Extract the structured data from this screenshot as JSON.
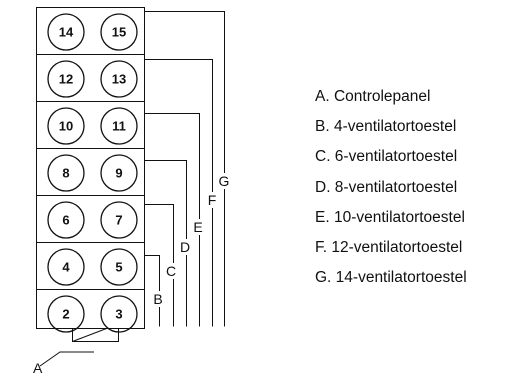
{
  "fans": [
    "14",
    "15",
    "12",
    "13",
    "10",
    "11",
    "8",
    "9",
    "6",
    "7",
    "4",
    "5",
    "2",
    "3"
  ],
  "brackets": [
    "B",
    "C",
    "D",
    "E",
    "F",
    "G"
  ],
  "callout": "A",
  "legend": [
    "A. Controlepanel",
    "B. 4-ventilatortoestel",
    "C. 6-ventilatortoestel",
    "D. 8-ventilatortoestel",
    "E. 10-ventilatortoestel",
    "F. 12-ventilatortoestel",
    "G. 14-ventilatortoestel"
  ]
}
